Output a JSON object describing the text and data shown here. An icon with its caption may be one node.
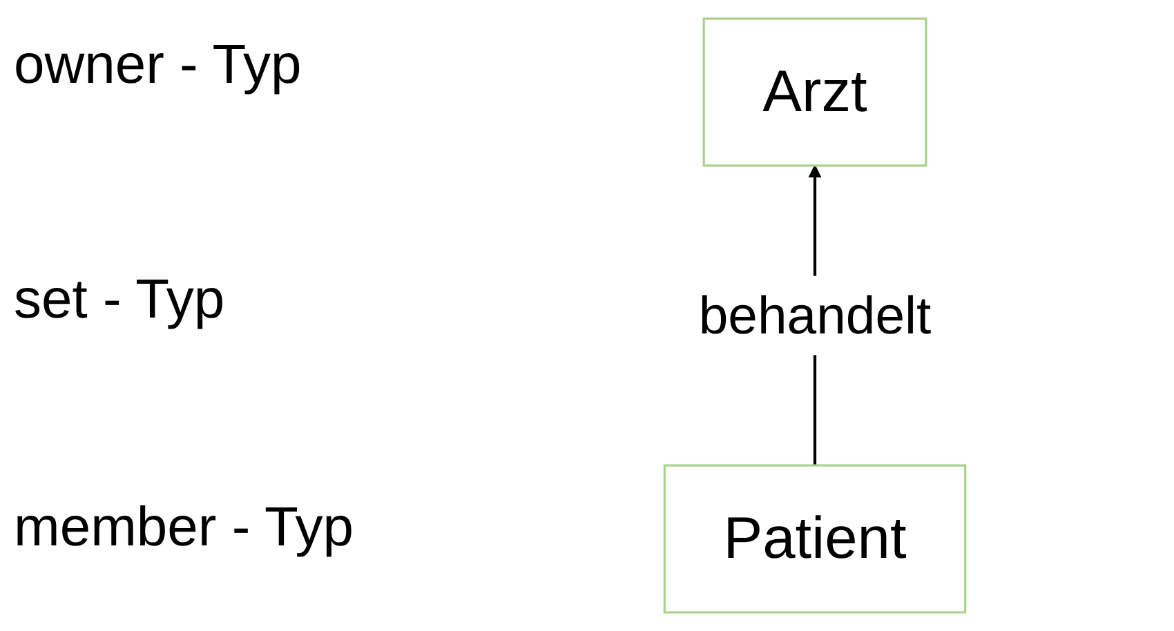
{
  "diagram": {
    "nodes": [
      {
        "text": [
          "Arzt"
        ]
      },
      {
        "text": [
          "Patient"
        ]
      }
    ],
    "edges": [
      {
        "from": 1,
        "to": 0,
        "arrow": "to",
        "label": "behandelt"
      }
    ],
    "labels": [
      "owner - Typ",
      "set - Typ",
      "member - Typ"
    ]
  }
}
